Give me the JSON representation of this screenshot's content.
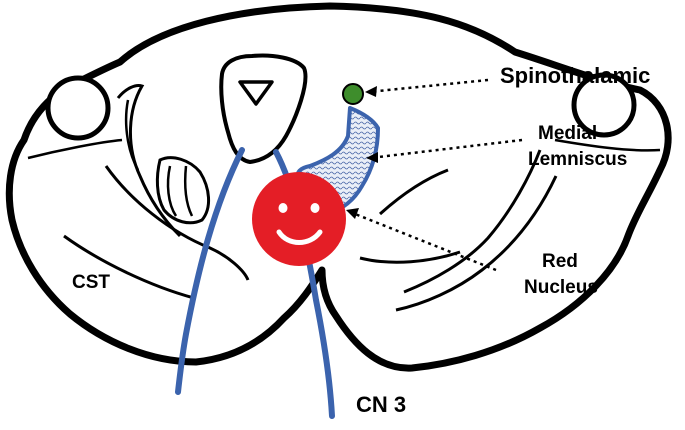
{
  "labels": {
    "spinothalamic": "Spinothalamic",
    "medial_line1": "Medial",
    "medial_line2": "Lemniscus",
    "red_line1": "Red",
    "red_line2": "Nucleus",
    "cst": "CST",
    "cn3": "CN 3"
  },
  "colors": {
    "outline": "#000000",
    "nerve_blue": "#3b63ad",
    "red_nucleus": "#e41e26",
    "spinothalamic_green": "#3e8d2c",
    "lemniscus_fill": "#c9d3e6",
    "face_white": "#ffffff"
  },
  "icons": {
    "aqueduct": "inverted-triangle",
    "red_nucleus_face": "smiley-face"
  }
}
